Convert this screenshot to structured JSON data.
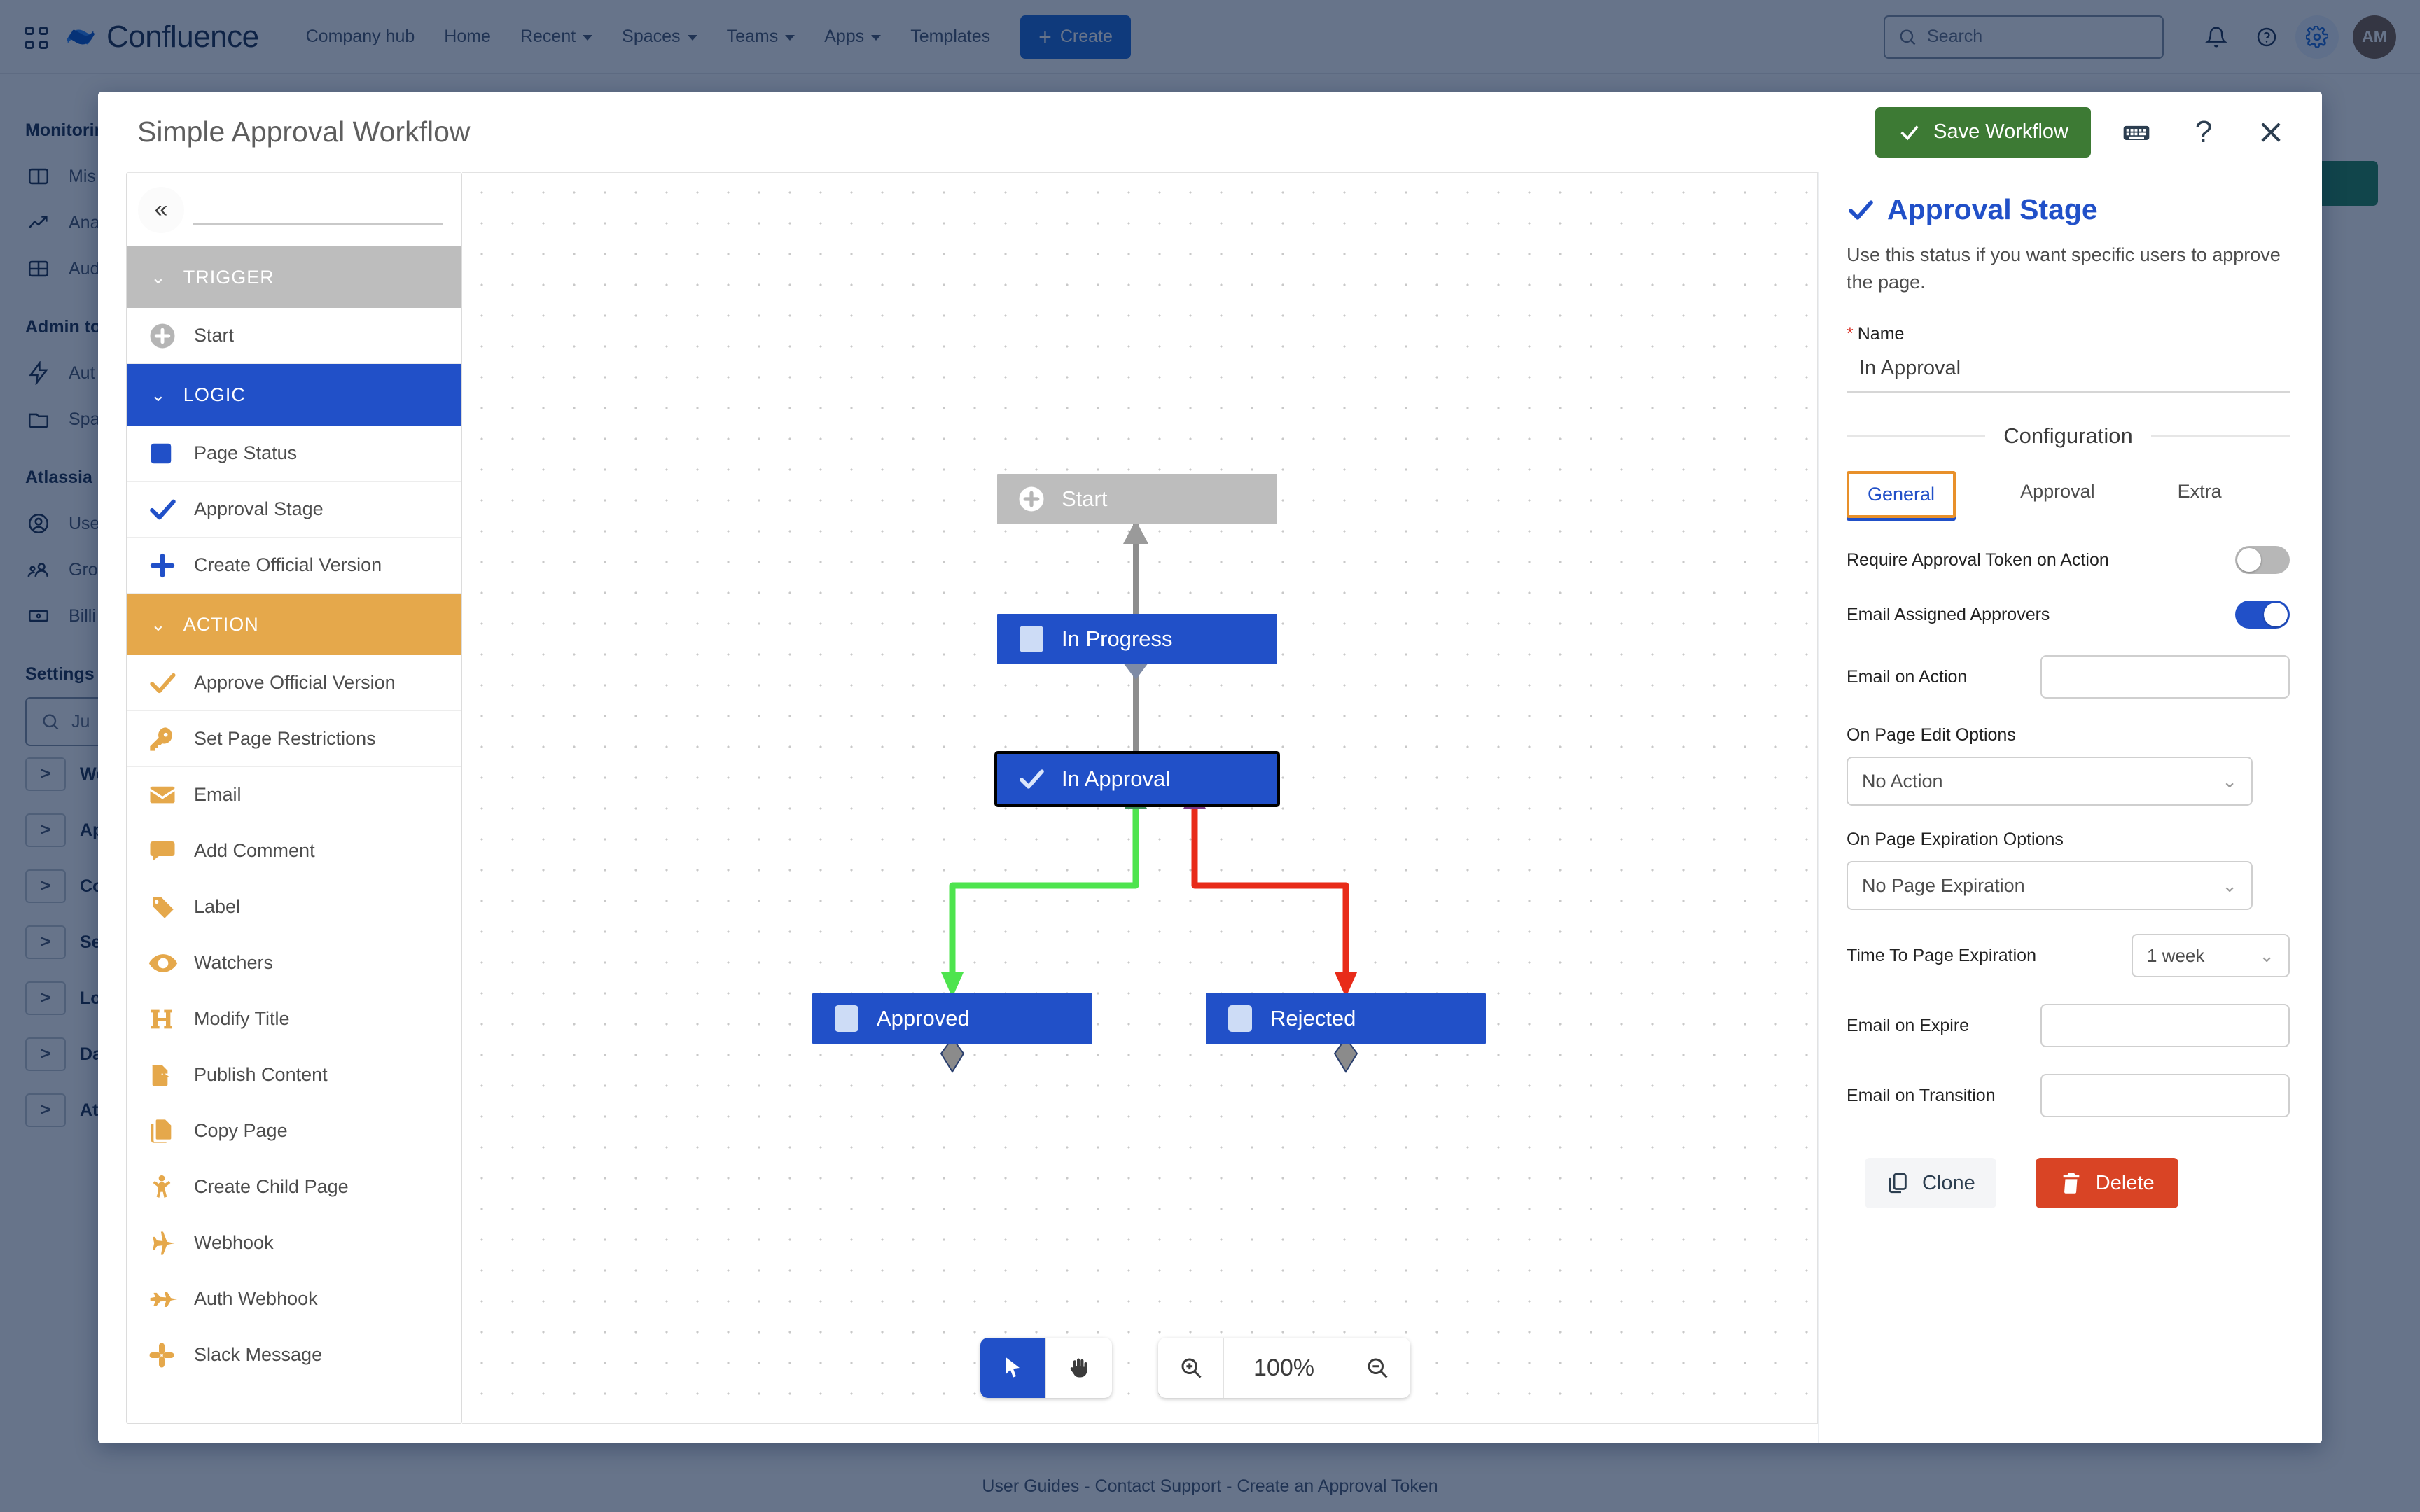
{
  "topnav": {
    "brand": "Confluence",
    "items": [
      {
        "label": "Company hub",
        "caret": false
      },
      {
        "label": "Home",
        "caret": false
      },
      {
        "label": "Recent",
        "caret": true
      },
      {
        "label": "Spaces",
        "caret": true
      },
      {
        "label": "Teams",
        "caret": true
      },
      {
        "label": "Apps",
        "caret": true
      },
      {
        "label": "Templates",
        "caret": false
      }
    ],
    "create_label": "Create",
    "search_placeholder": "Search",
    "avatar_initials": "AM"
  },
  "bg_sidebar": {
    "sections": [
      {
        "title": "Monitoring",
        "rows": [
          "Mis",
          "Ana",
          "Aud"
        ]
      },
      {
        "title": "Admin to",
        "rows": [
          "Aut",
          "Spa"
        ]
      },
      {
        "title": "Atlassia",
        "rows": [
          "User",
          "Gro",
          "Billi"
        ]
      },
      {
        "title": "Settings",
        "rows": []
      }
    ],
    "search_placeholder": "Ju",
    "expanders": [
      "Wor",
      "App",
      "Con",
      "Sec",
      "Look",
      "Data",
      "Atla"
    ]
  },
  "footer": "User Guides - Contact Support - Create an Approval Token",
  "modal": {
    "title": "Simple Approval Workflow",
    "save_label": "Save Workflow",
    "keyboard_icon": "keyboard-icon",
    "help_label": "?",
    "close_icon": "close-icon"
  },
  "palette": {
    "collapse_icon": "«",
    "search_value": "",
    "groups": [
      {
        "id": "trigger",
        "label": "TRIGGER",
        "color": "#bdbdbd",
        "items": [
          {
            "label": "Start",
            "icon": "plus-circle-icon"
          }
        ]
      },
      {
        "id": "logic",
        "label": "LOGIC",
        "color": "#2150c8",
        "items": [
          {
            "label": "Page Status",
            "icon": "square-icon"
          },
          {
            "label": "Approval Stage",
            "icon": "check-icon"
          },
          {
            "label": "Create Official Version",
            "icon": "plus-icon"
          }
        ]
      },
      {
        "id": "action",
        "label": "ACTION",
        "color": "#e5a84b",
        "items": [
          {
            "label": "Approve Official Version",
            "icon": "check-icon"
          },
          {
            "label": "Set Page Restrictions",
            "icon": "key-icon"
          },
          {
            "label": "Email",
            "icon": "envelope-icon"
          },
          {
            "label": "Add Comment",
            "icon": "comment-icon"
          },
          {
            "label": "Label",
            "icon": "tag-icon"
          },
          {
            "label": "Watchers",
            "icon": "eye-icon"
          },
          {
            "label": "Modify Title",
            "icon": "heading-icon"
          },
          {
            "label": "Publish Content",
            "icon": "publish-icon"
          },
          {
            "label": "Copy Page",
            "icon": "copy-icon"
          },
          {
            "label": "Create Child Page",
            "icon": "child-icon"
          },
          {
            "label": "Webhook",
            "icon": "plane-icon"
          },
          {
            "label": "Auth Webhook",
            "icon": "jet-icon"
          },
          {
            "label": "Slack Message",
            "icon": "slack-icon"
          }
        ]
      }
    ]
  },
  "canvas": {
    "nodes": [
      {
        "id": "start",
        "label": "Start",
        "icon": "plus-circle-icon",
        "type": "start",
        "selected": false
      },
      {
        "id": "in-progress",
        "label": "In Progress",
        "icon": "square-icon",
        "type": "status",
        "selected": false
      },
      {
        "id": "in-approval",
        "label": "In Approval",
        "icon": "check-icon",
        "type": "approval",
        "selected": true
      },
      {
        "id": "approved",
        "label": "Approved",
        "icon": "square-icon",
        "type": "status",
        "selected": false
      },
      {
        "id": "rejected",
        "label": "Rejected",
        "icon": "square-icon",
        "type": "status",
        "selected": false
      }
    ],
    "edges": [
      {
        "from": "start",
        "to": "in-progress",
        "color": "#8d8d8d"
      },
      {
        "from": "in-progress",
        "to": "in-approval",
        "color": "#8d8d8d"
      },
      {
        "from": "in-approval",
        "to": "approved",
        "color": "#4ee44e"
      },
      {
        "from": "in-approval",
        "to": "rejected",
        "color": "#e82b19"
      }
    ],
    "tools": {
      "pointer_icon": "cursor-arrow-icon",
      "pan_icon": "hand-icon",
      "zoom_in_icon": "zoom-in-icon",
      "zoom_out_icon": "zoom-out-icon",
      "zoom_level": "100%"
    }
  },
  "inspector": {
    "title": "Approval Stage",
    "title_icon": "check-icon",
    "description": "Use this status if you want specific users to approve the page.",
    "name_label": "Name",
    "name_required": "*",
    "name_value": "In Approval",
    "config_heading": "Configuration",
    "tabs": [
      {
        "label": "General",
        "active": true
      },
      {
        "label": "Approval",
        "active": false
      },
      {
        "label": "Extra",
        "active": false
      }
    ],
    "fields": {
      "require_token_label": "Require Approval Token on Action",
      "require_token_on": false,
      "email_approvers_label": "Email Assigned Approvers",
      "email_approvers_on": true,
      "email_on_action_label": "Email on Action",
      "email_on_action_value": "",
      "page_edit_label": "On Page Edit Options",
      "page_edit_value": "No Action",
      "page_expiration_label": "On Page Expiration Options",
      "page_expiration_value": "No Page Expiration",
      "time_to_expiration_label": "Time To Page Expiration",
      "time_to_expiration_value": "1 week",
      "email_on_expire_label": "Email on Expire",
      "email_on_expire_value": "",
      "email_on_transition_label": "Email on Transition",
      "email_on_transition_value": ""
    },
    "clone_label": "Clone",
    "delete_label": "Delete",
    "clone_icon": "copy-icon",
    "delete_icon": "trash-icon"
  },
  "colors": {
    "brand_blue": "#1868db",
    "logic_blue": "#2150c8",
    "action_amber": "#e5a84b",
    "save_green": "#3d7a34",
    "delete_red": "#d94425",
    "edge_green": "#4ee44e",
    "edge_red": "#e82b19",
    "tab_outline_orange": "#e8902a"
  }
}
